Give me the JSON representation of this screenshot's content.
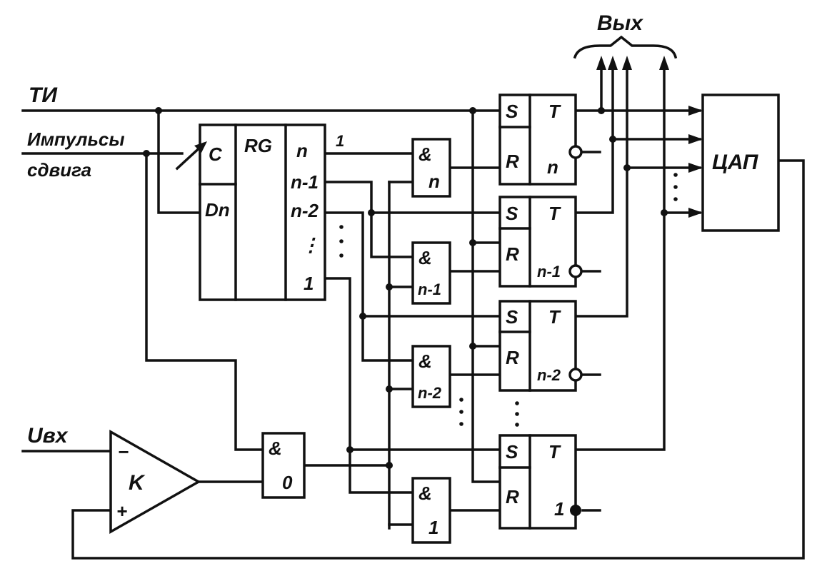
{
  "inputs": {
    "ti": "ТИ",
    "shift_line1": "Импульсы",
    "shift_line2": "сдвига",
    "u_in": "Uвх"
  },
  "output_label": "Вых",
  "register": {
    "title": "RG",
    "clock": "C",
    "data": "Dn",
    "bit_n": "n",
    "bit_n1": "n-1",
    "bit_n2": "n-2",
    "bit_1": "1",
    "dots": "⋮"
  },
  "comparator": {
    "label": "K",
    "minus": "−",
    "plus": "+"
  },
  "and_gates": {
    "symbol": "&",
    "g_n": "n",
    "g_n1": "n-1",
    "g_n2": "n-2",
    "g_1": "1",
    "g_0": "0"
  },
  "triggers": {
    "s": "S",
    "r": "R",
    "t": "T",
    "n": "n",
    "n1": "n-1",
    "n2": "n-2",
    "one": "1"
  },
  "dac": {
    "label": "ЦАП"
  },
  "register_out_mark": "1"
}
